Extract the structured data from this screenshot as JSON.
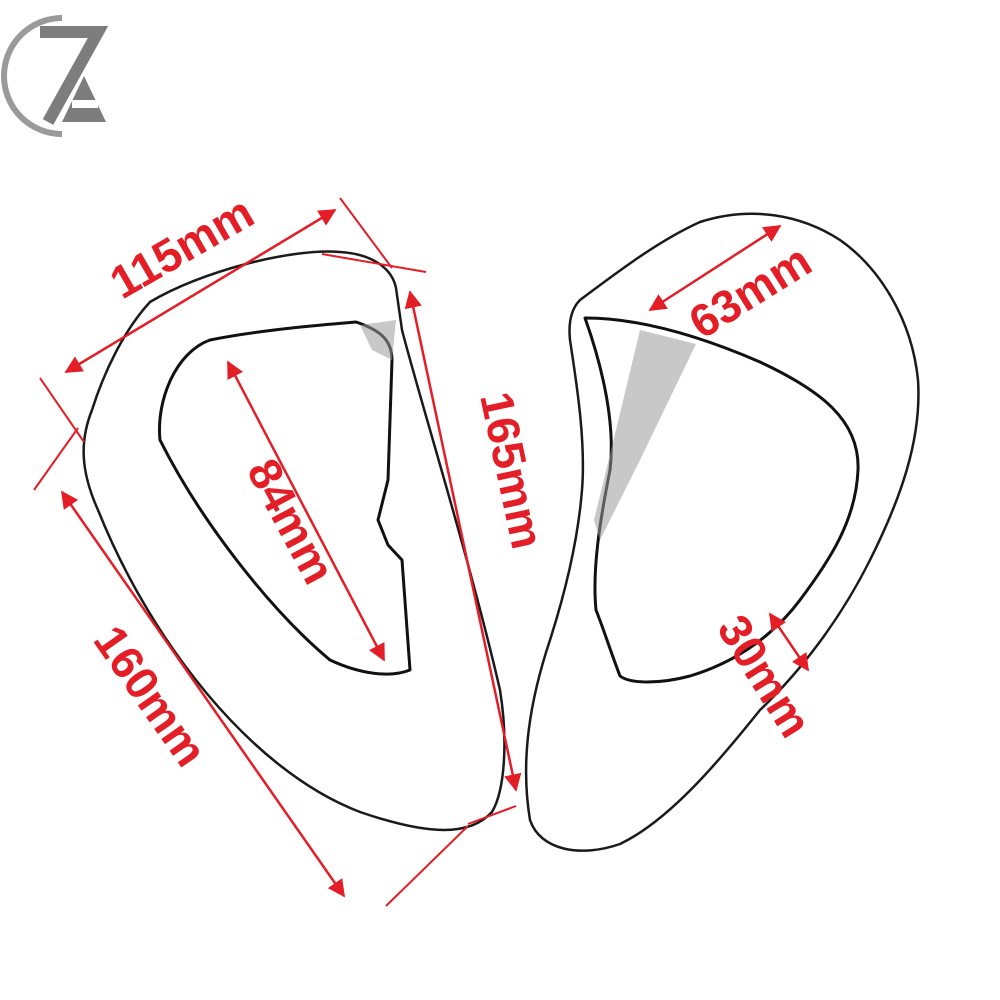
{
  "brand": {
    "logo_text": "ZA",
    "logo_color": "#8a8a8a"
  },
  "colors": {
    "dimension": "#e41e26",
    "outline": "#1a1a1a"
  },
  "dimensions": {
    "top_width": "115mm",
    "inner_height": "84mm",
    "right_edge": "165mm",
    "left_edge": "160mm",
    "opening_width": "63mm",
    "rim_width": "30mm"
  }
}
